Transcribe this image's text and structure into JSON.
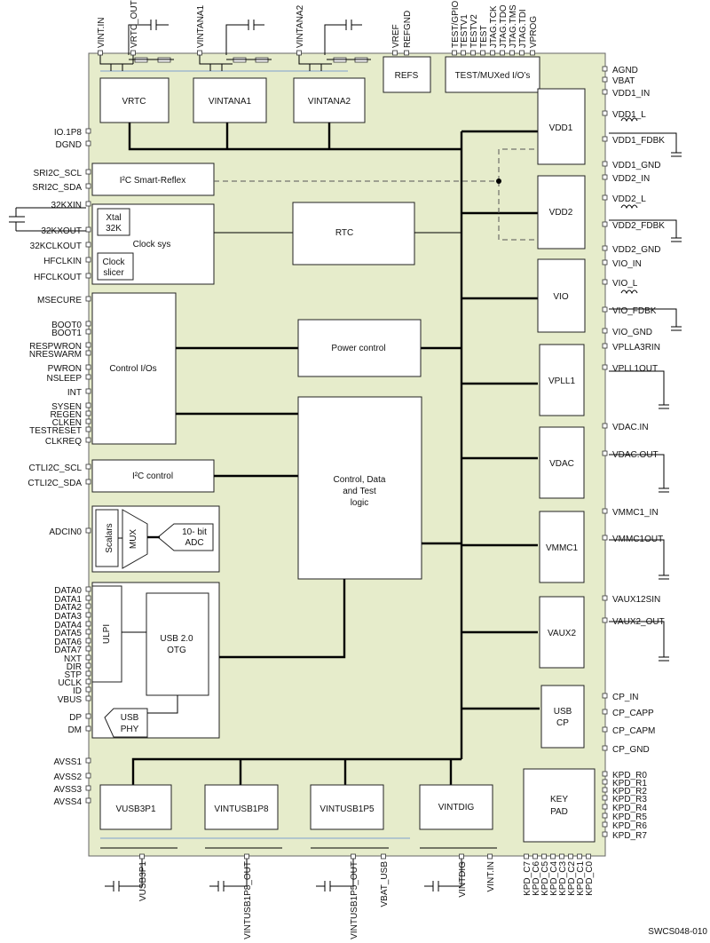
{
  "figure_id": "SWCS048-010",
  "blocks": {
    "vrtc": "VRTC",
    "vintana1": "VINTANA1",
    "vintana2": "VINTANA2",
    "refs": "REFS",
    "test_mux": "TEST/MUXed I/O’s",
    "i2c_sr": "I²C Smart-Reflex",
    "xtal_1": "Xtal",
    "xtal_2": "32K",
    "clock_sys": "Clock sys",
    "clock_slicer_1": "Clock",
    "clock_slicer_2": "slicer",
    "rtc": "RTC",
    "control_ios": "Control I/Os",
    "power_control": "Power control",
    "i2c_control": "I²C control",
    "control_logic_1": "Control, Data",
    "control_logic_2": "and Test",
    "control_logic_3": "logic",
    "scalars": "Scalars",
    "mux": "MUX",
    "adc_1": "10- bit",
    "adc_2": "ADC",
    "ulpi": "ULPI",
    "usb_otg_1": "USB 2.0",
    "usb_otg_2": "OTG",
    "usb_phy_1": "USB",
    "usb_phy_2": "PHY",
    "vdd1": "VDD1",
    "vdd2": "VDD2",
    "vio": "VIO",
    "vpll1": "VPLL1",
    "vdac": "VDAC",
    "vmmc1": "VMMC1",
    "vaux2": "VAUX2",
    "usb_cp_1": "USB",
    "usb_cp_2": "CP",
    "keypad_1": "KEY",
    "keypad_2": "PAD",
    "vusb3p1": "VUSB3P1",
    "vintusb1p8": "VINTUSB1P8",
    "vintusb1p5": "VINTUSB1P5",
    "vintdig": "VINTDIG"
  },
  "left_pins": [
    "IO.1P8",
    "DGND",
    "SRI2C_SCL",
    "SRI2C_SDA",
    "32KXIN",
    "32KXOUT",
    "32KCLKOUT",
    "HFCLKIN",
    "HFCLKOUT",
    "MSECURE",
    "BOOT0",
    "BOOT1",
    "RESPWRON",
    "NRESWARM",
    "PWRON",
    "NSLEEP",
    "INT",
    "SYSEN",
    "REGEN",
    "CLKEN",
    "TESTRESET",
    "CLKREQ",
    "CTLI2C_SCL",
    "CTLI2C_SDA",
    "ADCIN0",
    "DATA0",
    "DATA1",
    "DATA2",
    "DATA3",
    "DATA4",
    "DATA5",
    "DATA6",
    "DATA7",
    "NXT",
    "DIR",
    "STP",
    "UCLK",
    "ID",
    "VBUS",
    "DP",
    "DM",
    "AVSS1",
    "AVSS2",
    "AVSS3",
    "AVSS4"
  ],
  "right_pins": [
    "AGND",
    "VBAT",
    "VDD1_IN",
    "VDD1_L",
    "VDD1_FDBK",
    "VDD1_GND",
    "VDD2_IN",
    "VDD2_L",
    "VDD2_FDBK",
    "VDD2_GND",
    "VIO_IN",
    "VIO_L",
    "VIO_FDBK",
    "VIO_GND",
    "VPLLA3RIN",
    "VPLL1OUT",
    "VDAC.IN",
    "VDAC.OUT",
    "VMMC1_IN",
    "VMMC1OUT",
    "VAUX12SIN",
    "VAUX2_OUT",
    "CP_IN",
    "CP_CAPP",
    "CP_CAPM",
    "CP_GND",
    "KPD_R0",
    "KPD_R1",
    "KPD_R2",
    "KPD_R3",
    "KPD_R4",
    "KPD_R5",
    "KPD_R6",
    "KPD_R7"
  ],
  "top_pins": [
    "VINT.IN",
    "VRTC_OUT",
    "VINTANA1",
    "VINTANA2",
    "VREF",
    "REFGND",
    "TEST/GPIO",
    "TESTV1",
    "TESTV2",
    "TEST",
    "JTAG.TCK",
    "JTAG.TDO",
    "JTAG.TMS",
    "JTAG.TDI",
    "VPROG"
  ],
  "bottom_pins": [
    "VUSB3P1",
    "VINTUSB1P8_OUT",
    "VINTUSB1P5_OUT",
    "VBAT_USB",
    "VINTDIG",
    "VINT.IN",
    "KPD_C7",
    "KPD_C6",
    "KPD_C5",
    "KPD_C4",
    "KPD_C3",
    "KPD_C2",
    "KPD_C1",
    "KPD_C0"
  ]
}
